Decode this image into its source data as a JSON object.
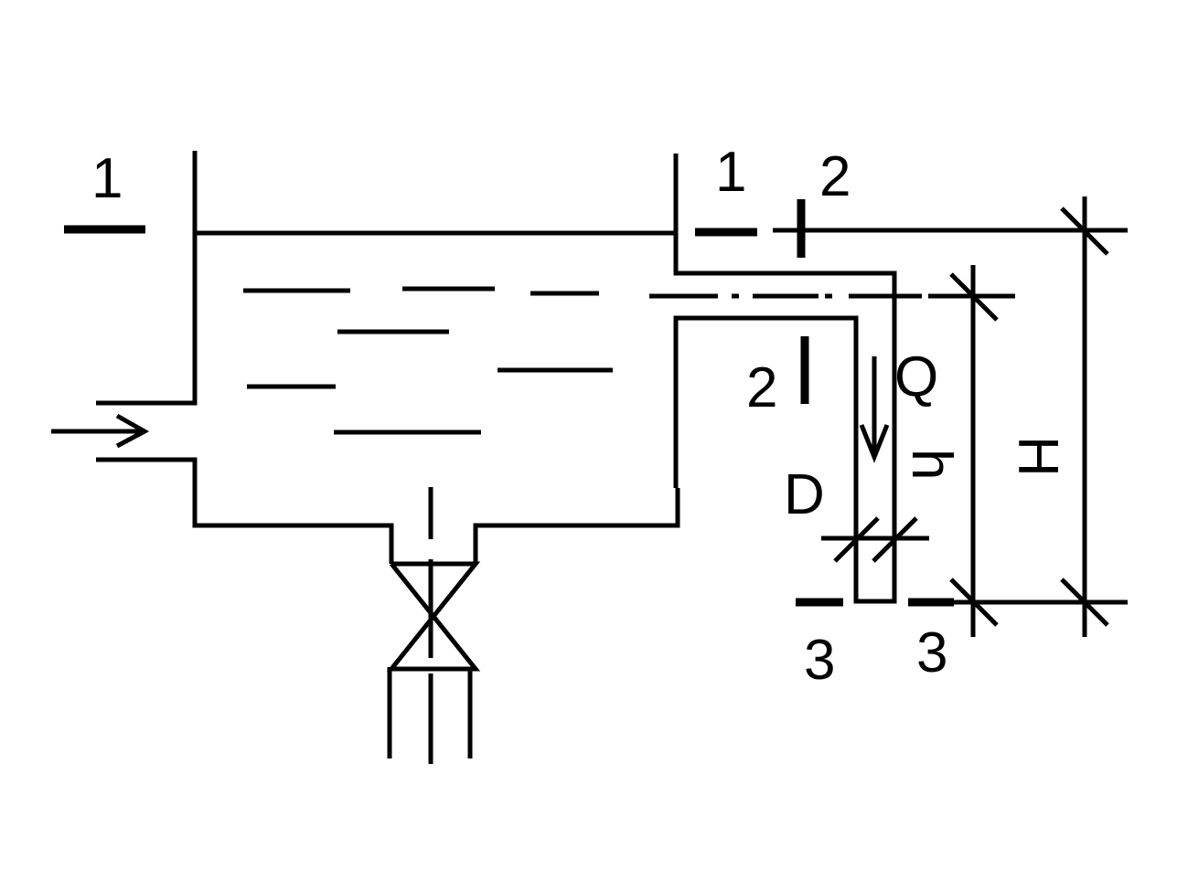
{
  "labels": {
    "section_1_left": "1",
    "section_1_right": "1",
    "section_2_top": "2",
    "section_2_bottom": "2",
    "section_3_left": "3",
    "section_3_right": "3",
    "flow_q": "Q",
    "height_small": "h",
    "height_total": "H",
    "diameter": "D"
  },
  "colors": {
    "ink": "#000000",
    "background": "#ffffff"
  }
}
